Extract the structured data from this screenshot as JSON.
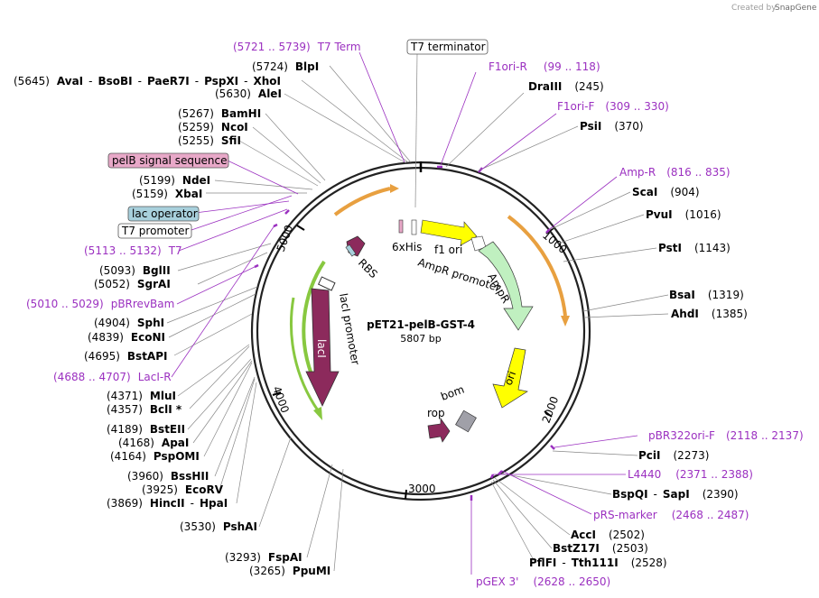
{
  "credit": {
    "prefix": "Created by",
    "brand": "SnapGene"
  },
  "plasmid": {
    "name": "pET21-pelB-GST-4",
    "length": "5807 bp"
  },
  "ticks": [
    "1000",
    "2000",
    "3000",
    "4000",
    "5000"
  ],
  "enzymes": [
    {
      "pos": "(5724)",
      "names": [
        "BlpI"
      ]
    },
    {
      "pos": "(5645)",
      "names": [
        "AvaI",
        "BsoBI",
        "PaeR7I",
        "PspXI",
        "XhoI"
      ]
    },
    {
      "pos": "(5630)",
      "names": [
        "AleI"
      ]
    },
    {
      "pos": "(5267)",
      "names": [
        "BamHI"
      ]
    },
    {
      "pos": "(5259)",
      "names": [
        "NcoI"
      ]
    },
    {
      "pos": "(5255)",
      "names": [
        "SfiI"
      ]
    },
    {
      "pos": "(5199)",
      "names": [
        "NdeI"
      ]
    },
    {
      "pos": "(5159)",
      "names": [
        "XbaI"
      ]
    },
    {
      "pos": "(5093)",
      "names": [
        "BglII"
      ]
    },
    {
      "pos": "(5052)",
      "names": [
        "SgrAI"
      ]
    },
    {
      "pos": "(4904)",
      "names": [
        "SphI"
      ]
    },
    {
      "pos": "(4839)",
      "names": [
        "EcoNI"
      ]
    },
    {
      "pos": "(4695)",
      "names": [
        "BstAPI"
      ]
    },
    {
      "pos": "(4371)",
      "names": [
        "MluI"
      ]
    },
    {
      "pos": "(4357)",
      "names": [
        "BclI *"
      ]
    },
    {
      "pos": "(4189)",
      "names": [
        "BstEII"
      ]
    },
    {
      "pos": "(4168)",
      "names": [
        "ApaI"
      ]
    },
    {
      "pos": "(4164)",
      "names": [
        "PspOMI"
      ]
    },
    {
      "pos": "(3960)",
      "names": [
        "BssHII"
      ]
    },
    {
      "pos": "(3925)",
      "names": [
        "EcoRV"
      ]
    },
    {
      "pos": "(3869)",
      "names": [
        "HincII",
        "HpaI"
      ]
    },
    {
      "pos": "(3530)",
      "names": [
        "PshAI"
      ]
    },
    {
      "pos": "(3293)",
      "names": [
        "FspAI"
      ]
    },
    {
      "pos": "(3265)",
      "names": [
        "PpuMI"
      ]
    },
    {
      "pos": "(245)",
      "names": [
        "DraIII"
      ]
    },
    {
      "pos": "(370)",
      "names": [
        "PsiI"
      ]
    },
    {
      "pos": "(904)",
      "names": [
        "ScaI"
      ]
    },
    {
      "pos": "(1016)",
      "names": [
        "PvuI"
      ]
    },
    {
      "pos": "(1143)",
      "names": [
        "PstI"
      ]
    },
    {
      "pos": "(1319)",
      "names": [
        "BsaI"
      ]
    },
    {
      "pos": "(1385)",
      "names": [
        "AhdI"
      ]
    },
    {
      "pos": "(2273)",
      "names": [
        "PciI"
      ]
    },
    {
      "pos": "(2390)",
      "names": [
        "BspQI",
        "SapI"
      ]
    },
    {
      "pos": "(2502)",
      "names": [
        "AccI"
      ]
    },
    {
      "pos": "(2503)",
      "names": [
        "BstZ17I"
      ]
    },
    {
      "pos": "(2528)",
      "names": [
        "PflFI",
        "Tth111I"
      ]
    }
  ],
  "primers": [
    {
      "name": "T7 Term",
      "range": "(5721 .. 5739)"
    },
    {
      "name": "T7",
      "range": "(5113 .. 5132)"
    },
    {
      "name": "pBRrevBam",
      "range": "(5010 .. 5029)"
    },
    {
      "name": "LacI-R",
      "range": "(4688 .. 4707)"
    },
    {
      "name": "F1ori-R",
      "range": "(99 .. 118)"
    },
    {
      "name": "F1ori-F",
      "range": "(309 .. 330)"
    },
    {
      "name": "Amp-R",
      "range": "(816 .. 835)"
    },
    {
      "name": "pBR322ori-F",
      "range": "(2118 .. 2137)"
    },
    {
      "name": "L4440",
      "range": "(2371 .. 2388)"
    },
    {
      "name": "pRS-marker",
      "range": "(2468 .. 2487)"
    },
    {
      "name": "pGEX 3'",
      "range": "(2628 .. 2650)"
    }
  ],
  "boxed_labels": [
    {
      "text": "T7 terminator",
      "color": "#ffffff"
    },
    {
      "text": "pelB signal sequence",
      "color": "#e8a8c8"
    },
    {
      "text": "lac operator",
      "color": "#a8d0dc"
    },
    {
      "text": "T7 promoter",
      "color": "#ffffff"
    }
  ],
  "features": {
    "rbs": "RBS",
    "his": "6xHis",
    "f1": "f1 ori",
    "amp_promoter": "AmpR promoter",
    "ampr": "AmpR",
    "ori": "ori",
    "bom": "bom",
    "rop": "rop",
    "laci": "lacI",
    "laci_promoter": "lacI promoter"
  },
  "colors": {
    "primer": "#9b30c0",
    "orange_feature": "#e8a040",
    "green_feature": "#88c840",
    "laci": "#8c2a5c",
    "ampr": "#c0f0c0",
    "ori": "#ffff00",
    "f1": "#ffff00",
    "bom": "#a0a0a8",
    "rop": "#8c2a5c"
  }
}
